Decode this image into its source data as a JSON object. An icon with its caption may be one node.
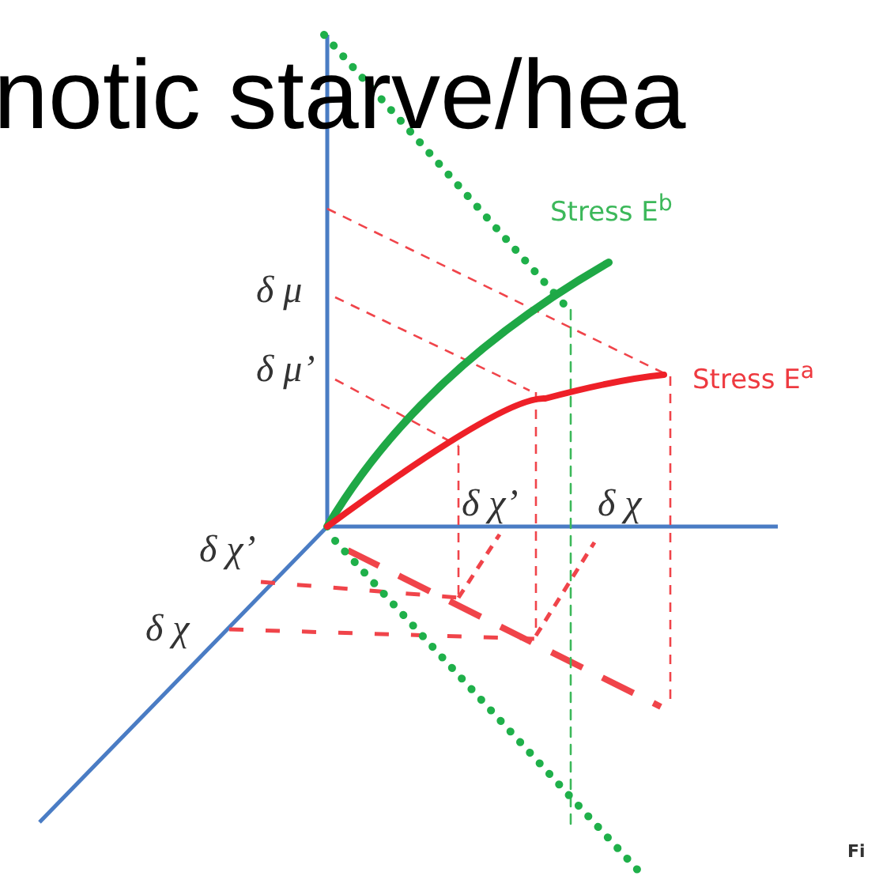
{
  "diagram": {
    "labels": [
      "notic starve/hea",
      "Stress E$^{b}$",
      "δ μ",
      "δ μ’",
      "Stress E$^{a}$",
      "δ χ’",
      "δ χ",
      "δ χ’",
      "δ χ",
      "Fi"
    ]
  }
}
